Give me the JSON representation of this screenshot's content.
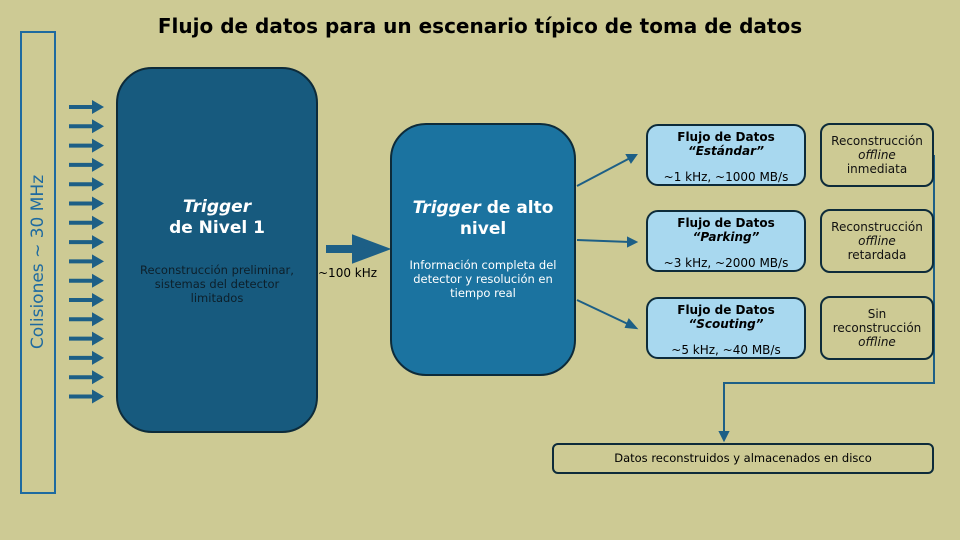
{
  "title": "Flujo de datos para un escenario típico de toma de datos",
  "collisions_label": "Colisiones ~ 30 MHz",
  "level1": {
    "title_italic": "Trigger",
    "title_rest": "de Nivel 1",
    "desc": "Reconstrucción preliminar, sistemas del detector limitados"
  },
  "rate_between": "~100 kHz",
  "hlt": {
    "title_italic": "Trigger",
    "title_rest": " de alto nivel",
    "desc": "Información completa del detector y resolución en tiempo real"
  },
  "streams": [
    {
      "heading": "Flujo de Datos",
      "name": "“Estándar”",
      "rate": "~1 kHz, ~1000 MB/s",
      "reco_line1": "Reconstrucción",
      "reco_line2": "offline",
      "reco_line3": "inmediata"
    },
    {
      "heading": "Flujo de Datos",
      "name": "“Parking”",
      "rate": "~3 kHz, ~2000 MB/s",
      "reco_line1": "Reconstrucción",
      "reco_line2": "offline",
      "reco_line3": "retardada"
    },
    {
      "heading": "Flujo de Datos",
      "name": "“Scouting”",
      "rate": "~5 kHz, ~40 MB/s",
      "reco_line1": "Sin",
      "reco_line2": "reconstrucción",
      "reco_line3": "offline"
    }
  ],
  "storage": "Datos reconstruidos y almacenados en disco",
  "colors": {
    "background": "#cdca94",
    "level1": "#175a7e",
    "hlt": "#1b73a0",
    "stream": "#a8d8ef",
    "arrow": "#1d5f86"
  }
}
